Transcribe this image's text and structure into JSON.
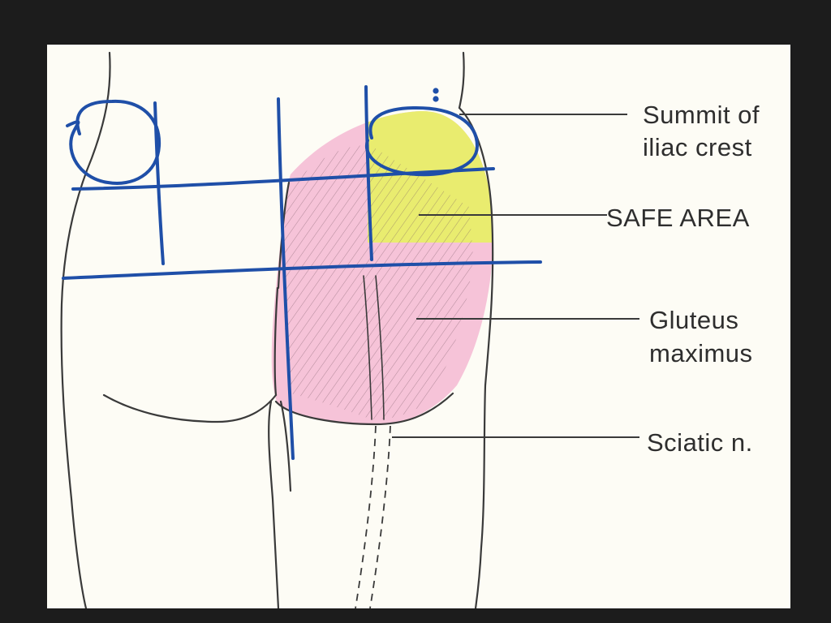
{
  "labels": {
    "summit_line1": "Summit of",
    "summit_line2": "iliac crest",
    "safe_area": "SAFE AREA",
    "gluteus_line1": "Gluteus",
    "gluteus_line2": "maximus",
    "sciatic": "Sciatic n."
  },
  "colors": {
    "background_frame": "#1c1c1c",
    "paper": "#fdfcf5",
    "gluteus_region": "#f6c3d8",
    "safe_area_region": "#e9ec6f",
    "outline": "#3a3a3a",
    "annotation_ink": "#1f4fa8"
  }
}
